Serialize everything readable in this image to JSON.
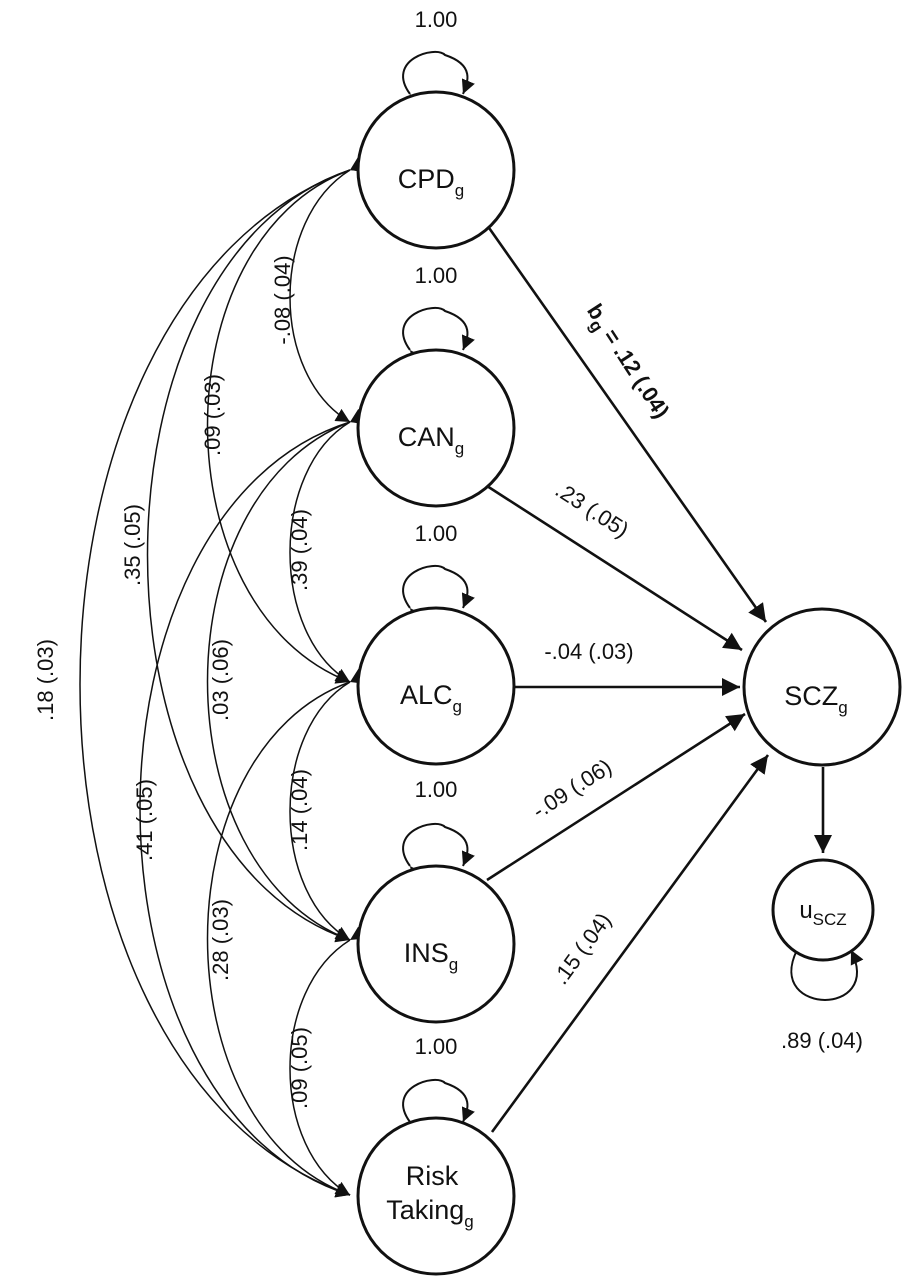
{
  "nodes": {
    "cpd": {
      "text": "CPD",
      "sub": "g"
    },
    "can": {
      "text": "CAN",
      "sub": "g"
    },
    "alc": {
      "text": "ALC",
      "sub": "g"
    },
    "ins": {
      "text": "INS",
      "sub": "g"
    },
    "risk": {
      "line1": "Risk",
      "line2": "Taking",
      "sub": "g"
    },
    "scz": {
      "text": "SCZ",
      "sub": "g"
    },
    "u_scz": {
      "text": "u",
      "sub": "SCZ"
    }
  },
  "variances": {
    "cpd": "1.00",
    "can": "1.00",
    "alc": "1.00",
    "ins": "1.00",
    "risk": "1.00",
    "u_scz": ".89 (.04)"
  },
  "paths": {
    "cpd_scz": {
      "prefix": "b",
      "sub": "g",
      "rest": " = .12 (.04)"
    },
    "can_scz": ".23 (.05)",
    "alc_scz": "-.04 (.03)",
    "ins_scz": "-.09 (.06)",
    "risk_scz": ".15 (.04)"
  },
  "covariances": {
    "cpd_can": "-.08 (.04)",
    "cpd_alc": ".09 (.03)",
    "cpd_ins": ".35 (.05)",
    "cpd_risk": ".18 (.03)",
    "can_alc": ".39 (.04)",
    "can_ins": ".03 (.06)",
    "can_risk": ".41 (.05)",
    "alc_ins": ".14 (.04)",
    "alc_risk": ".28 (.03)",
    "ins_risk": ".09 (.05)"
  }
}
